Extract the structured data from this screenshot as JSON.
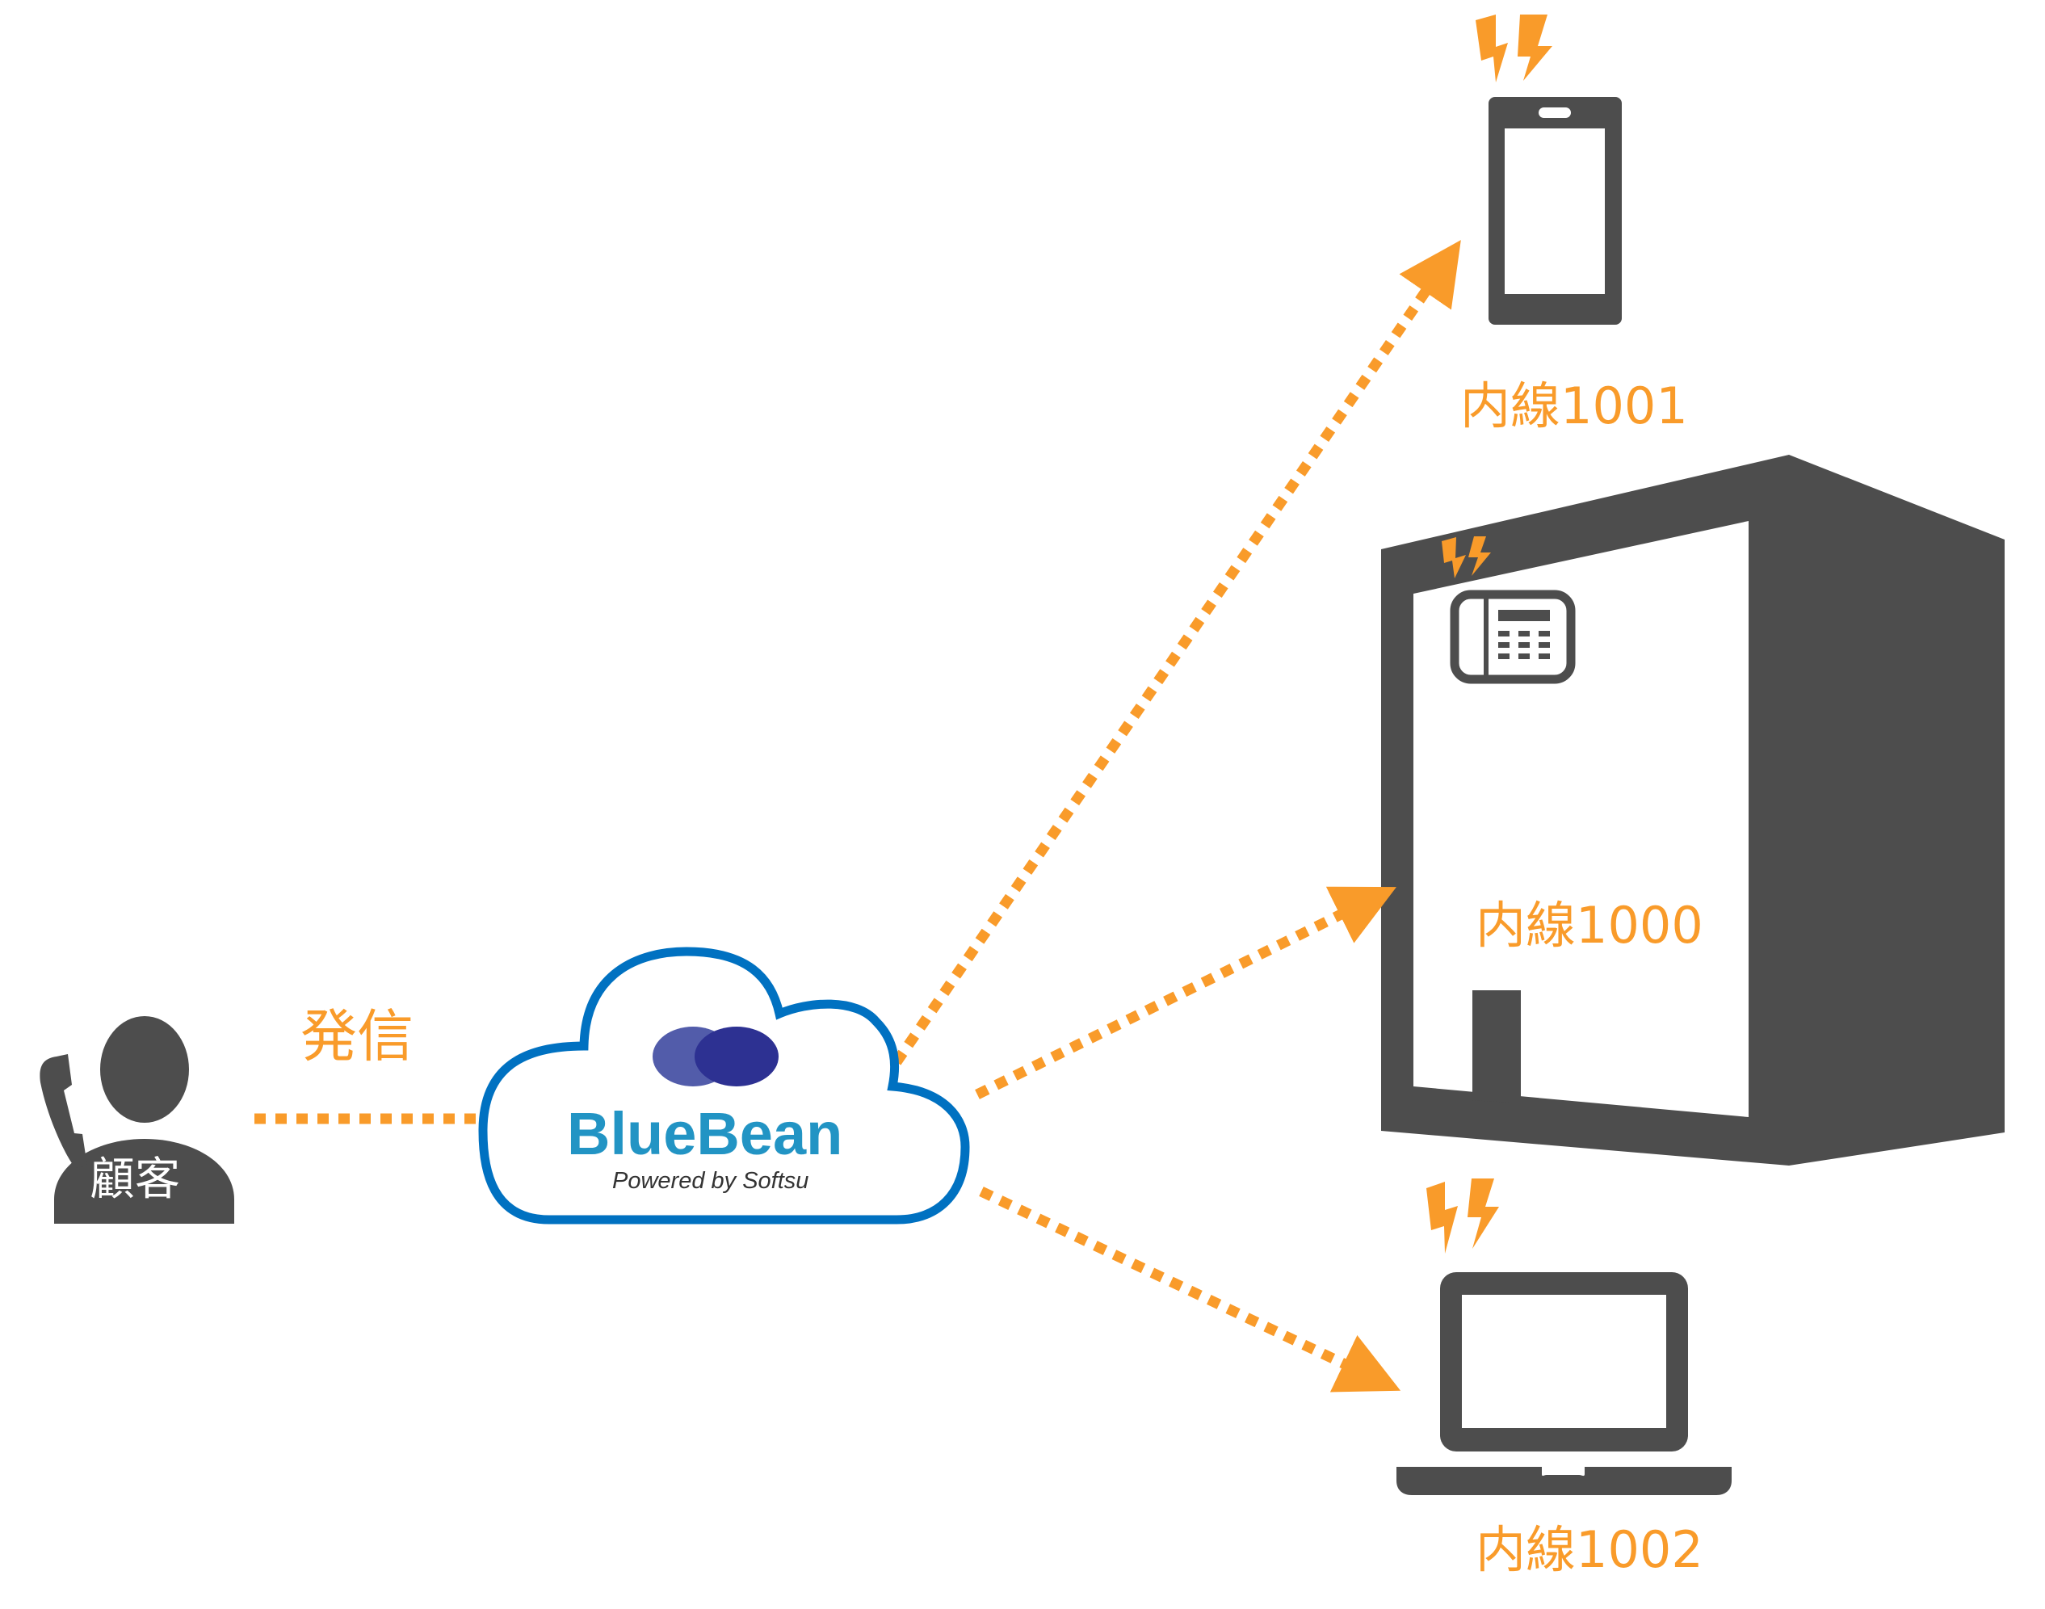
{
  "colors": {
    "accent_orange": "#F99B2A",
    "icon_gray": "#4D4D4D",
    "cloud_blue": "#0071C1",
    "brand_text_blue": "#2294C4",
    "bean_light": "#525CAA",
    "bean_dark": "#2D3192"
  },
  "customer": {
    "label": "顧客",
    "icon": "person-with-phone-icon"
  },
  "call_label": "発信",
  "cloud": {
    "brand": "BlueBean",
    "tagline": "Powered by Softsu",
    "icon": "cloud-icon"
  },
  "destinations": [
    {
      "device": "smartphone-icon",
      "label": "内線1001",
      "ringing": true
    },
    {
      "device": "desk-phone-icon",
      "label": "内線1000",
      "ringing": true,
      "location": "office-building-icon"
    },
    {
      "device": "laptop-icon",
      "label": "内線1002",
      "ringing": true
    }
  ]
}
